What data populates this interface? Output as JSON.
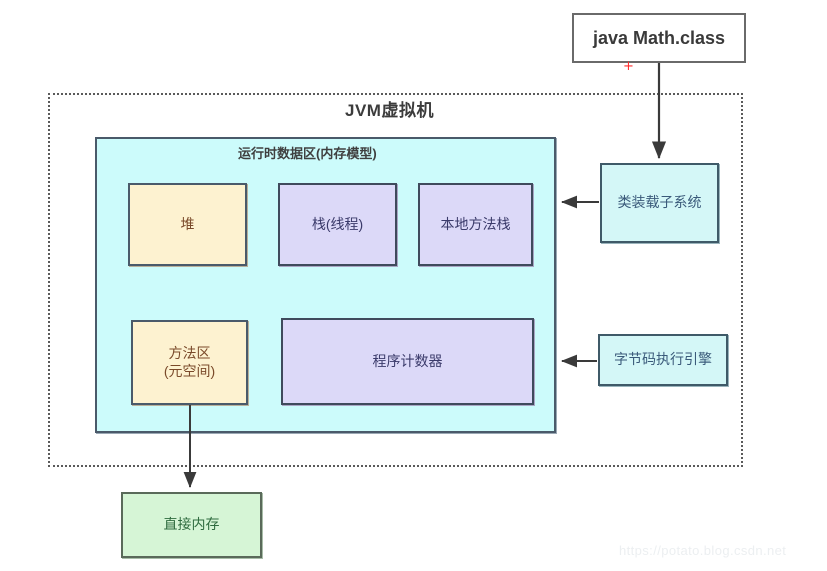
{
  "diagram": {
    "title": "JVM虚拟机",
    "watermark": "https://potato.blog.csdn.net",
    "plus_marker": "+",
    "source_class": {
      "label": "java Math.class"
    },
    "runtime_area": {
      "title": "运行时数据区(内存模型)",
      "regions": [
        {
          "label": "堆",
          "style": "heap"
        },
        {
          "label": "栈(线程)",
          "style": "purple"
        },
        {
          "label": "本地方法栈",
          "style": "purple"
        },
        {
          "label": "方法区\n(元空间)",
          "style": "heap"
        },
        {
          "label": "程序计数器",
          "style": "purple"
        }
      ]
    },
    "subsystems": [
      {
        "label": "类装载子系统"
      },
      {
        "label": "字节码执行引擎"
      }
    ],
    "external_memory": {
      "label": "直接内存"
    }
  },
  "colors": {
    "heap_fill": "#fdf2d0",
    "purple_fill": "#dcd9f8",
    "cyan_fill": "#d4f7f7",
    "runtime_fill": "#ccfbfb",
    "green_fill": "#d6f5d6",
    "border": "#4a5a6a",
    "arrow": "#3a3a3a",
    "plus": "#ff2d2d"
  }
}
